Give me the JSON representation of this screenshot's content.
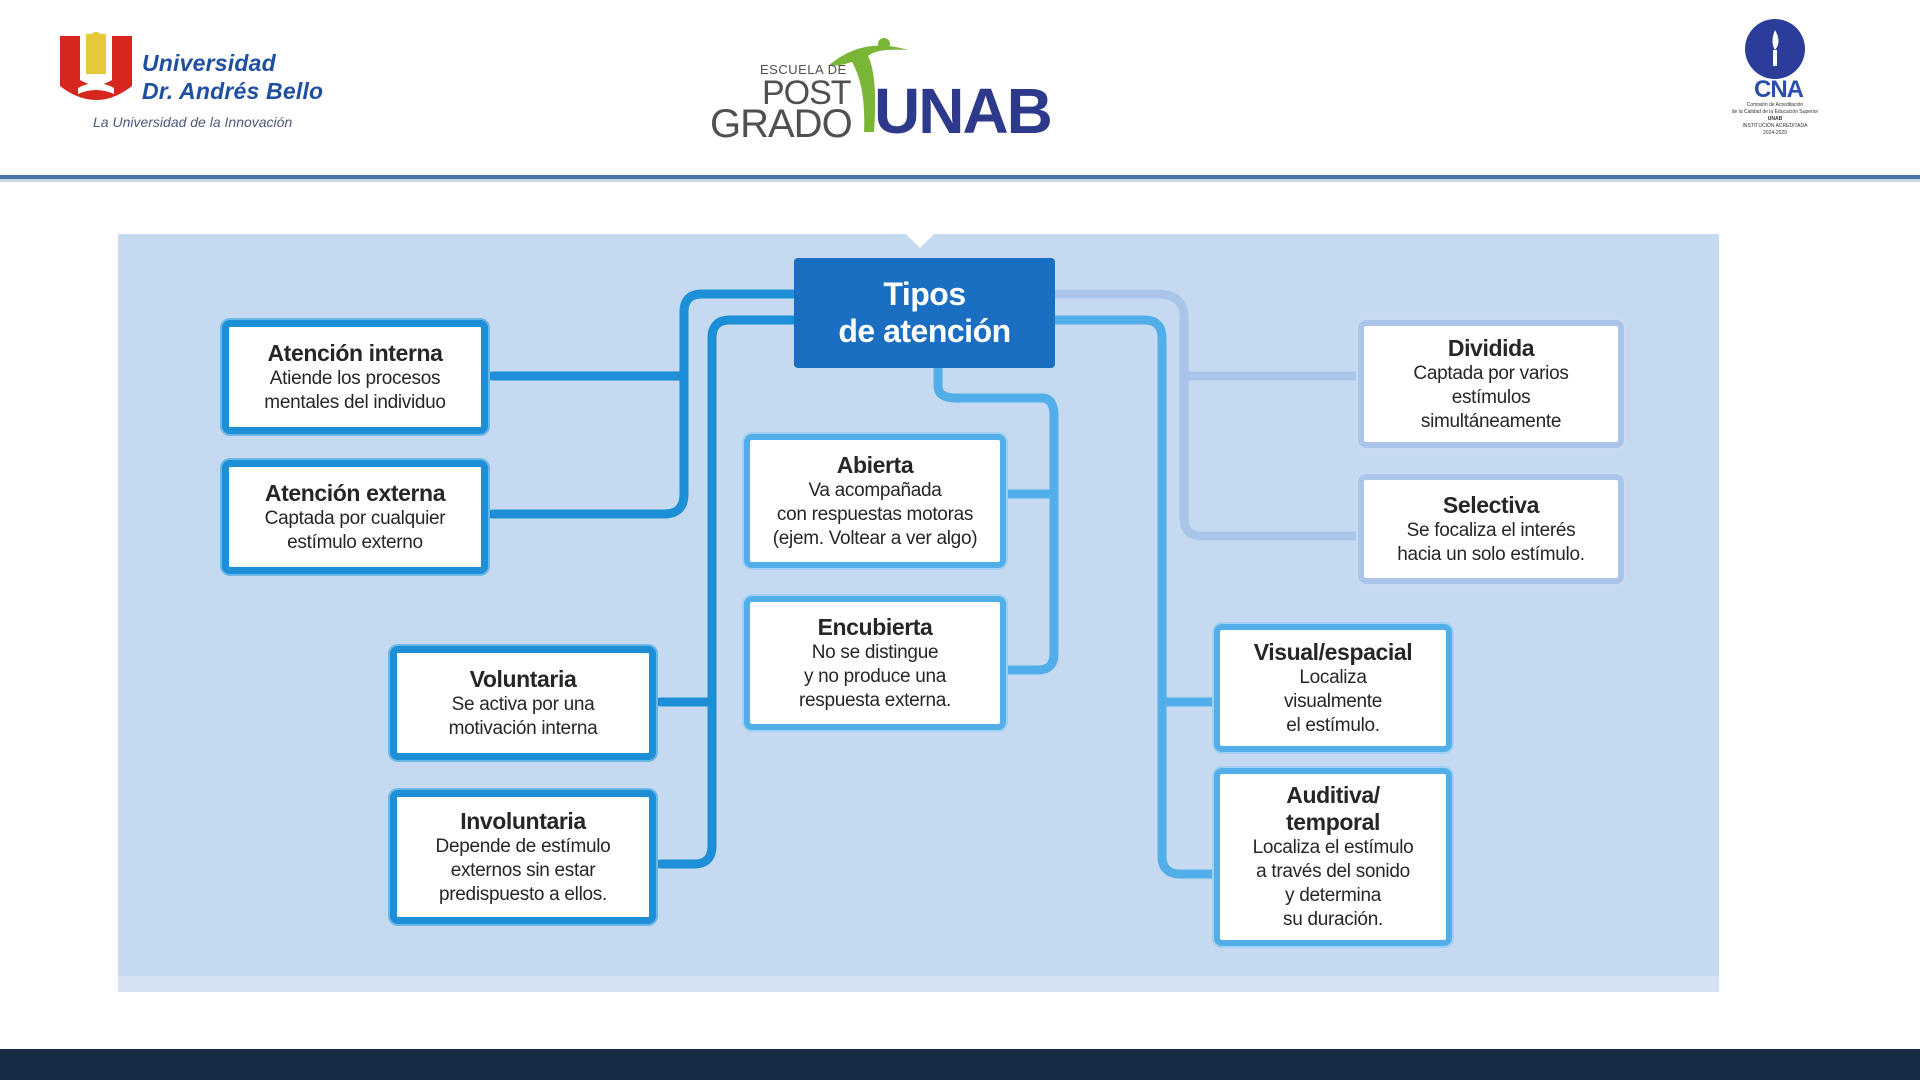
{
  "header": {
    "university_line1": "Universidad",
    "university_line2": "Dr. Andrés Bello",
    "university_tagline": "La Universidad de la Innovación",
    "postgrado_escuela": "ESCUELA DE",
    "postgrado_post": "POST",
    "postgrado_grado": "GRADO",
    "postgrado_unab": "UNAB",
    "cna_text": "CNA",
    "cna_small_1": "Comisión de Acreditación",
    "cna_small_2": "de la Calidad de la Educación Superior",
    "cna_small_3": "UNAB",
    "cna_small_4": "INSTITUCIÓN ACREDITADA",
    "cna_small_5": "2024-2029"
  },
  "diagram": {
    "root": {
      "line1": "Tipos",
      "line2": "de atención"
    },
    "nodes": {
      "interna": {
        "title": "Atención interna",
        "desc1": "Atiende los  procesos",
        "desc2": "mentales del individuo"
      },
      "externa": {
        "title": "Atención externa",
        "desc1": "Captada por cualquier",
        "desc2": "estímulo externo"
      },
      "voluntaria": {
        "title": "Voluntaria",
        "desc1": "Se activa por una",
        "desc2": "motivación interna"
      },
      "involuntaria": {
        "title": "Involuntaria",
        "desc1": "Depende de estímulo",
        "desc2": "externos sin estar",
        "desc3": "predispuesto a ellos."
      },
      "abierta": {
        "title": "Abierta",
        "desc1": "Va acompañada",
        "desc2": "con respuestas motoras",
        "desc3": "(ejem. Voltear a ver algo)"
      },
      "encubierta": {
        "title": "Encubierta",
        "desc1": "No se distingue",
        "desc2": "y no produce una",
        "desc3": "respuesta externa."
      },
      "dividida": {
        "title": "Dividida",
        "desc1": "Captada por varios",
        "desc2": "estímulos",
        "desc3": "simultáneamente"
      },
      "selectiva": {
        "title": "Selectiva",
        "desc1": "Se  focaliza el  interés",
        "desc2": "hacia un solo estímulo."
      },
      "visual": {
        "title": "Visual/espacial",
        "desc1": "Localiza",
        "desc2": "visualmente",
        "desc3": "el estímulo."
      },
      "auditiva": {
        "title1": "Auditiva/",
        "title2": "temporal",
        "desc1": "Localiza el estímulo",
        "desc2": "a través del sonido",
        "desc3": "y determina",
        "desc4": "su duración."
      }
    }
  },
  "colors": {
    "dark_branch": "#1d8fd6",
    "mid_branch": "#52aee8",
    "light_branch": "#a9c6ea",
    "root_fill": "#1a6fc2",
    "panel_bg": "#c5daf1",
    "header_rule": "#4a73a8",
    "footer_bar": "#172b45"
  }
}
